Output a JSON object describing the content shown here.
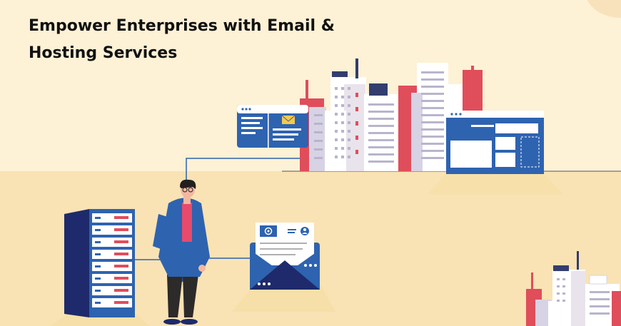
{
  "hero": {
    "title_line_1": "Empower Enterprises with Email &",
    "title_line_2": "Hosting Services"
  },
  "palette": {
    "sky": "#fdf1d6",
    "ground": "#f9e3b4",
    "brand_blue": "#2e63b0",
    "accent_red": "#e04d5b",
    "navy": "#1e2a6b",
    "text": "#111111"
  },
  "icons": {
    "email_window": "email-window-icon",
    "envelope": "envelope-icon",
    "at_symbol": "at-sign-icon",
    "user_avatar": "user-avatar-icon",
    "server_rack": "server-rack-icon",
    "browser_window": "browser-window-icon",
    "city_skyline": "city-skyline-icon",
    "person": "person-illustration"
  }
}
